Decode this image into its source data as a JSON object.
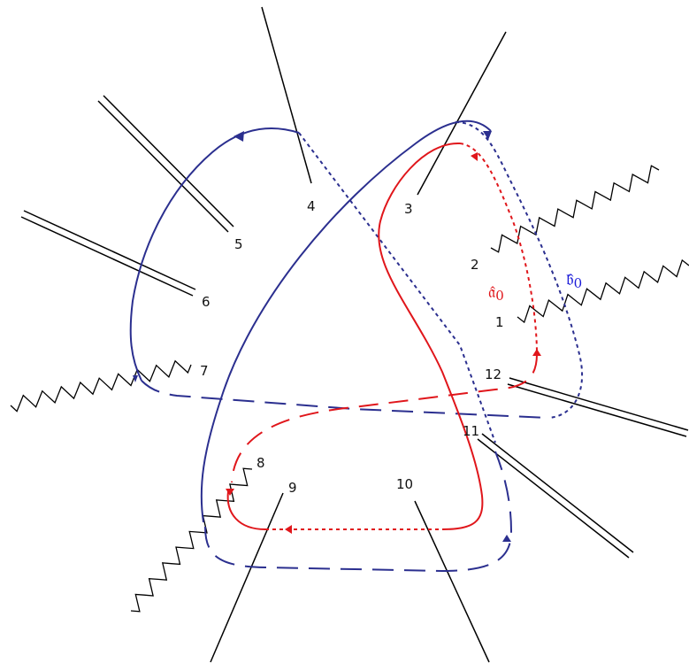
{
  "diagram": {
    "line_color": "#000000",
    "blue_curve_color": "#2b2f8f",
    "red_curve_color": "#e0161b",
    "blue_label_color": "#1a1ad8",
    "red_label_color": "#e0161b",
    "curve_labels": {
      "a_cycle": {
        "symbol": "𝔞̂",
        "sub": "0"
      },
      "b_cycle": {
        "symbol": "𝔟̂",
        "sub": "0"
      }
    },
    "external_legs": [
      {
        "label": "1",
        "kind": "wavy"
      },
      {
        "label": "2",
        "kind": "wavy"
      },
      {
        "label": "3",
        "kind": "single"
      },
      {
        "label": "4",
        "kind": "single"
      },
      {
        "label": "5",
        "kind": "double"
      },
      {
        "label": "6",
        "kind": "double"
      },
      {
        "label": "7",
        "kind": "wavy"
      },
      {
        "label": "8",
        "kind": "wavy"
      },
      {
        "label": "9",
        "kind": "single"
      },
      {
        "label": "10",
        "kind": "single"
      },
      {
        "label": "11",
        "kind": "double"
      },
      {
        "label": "12",
        "kind": "double"
      }
    ]
  }
}
